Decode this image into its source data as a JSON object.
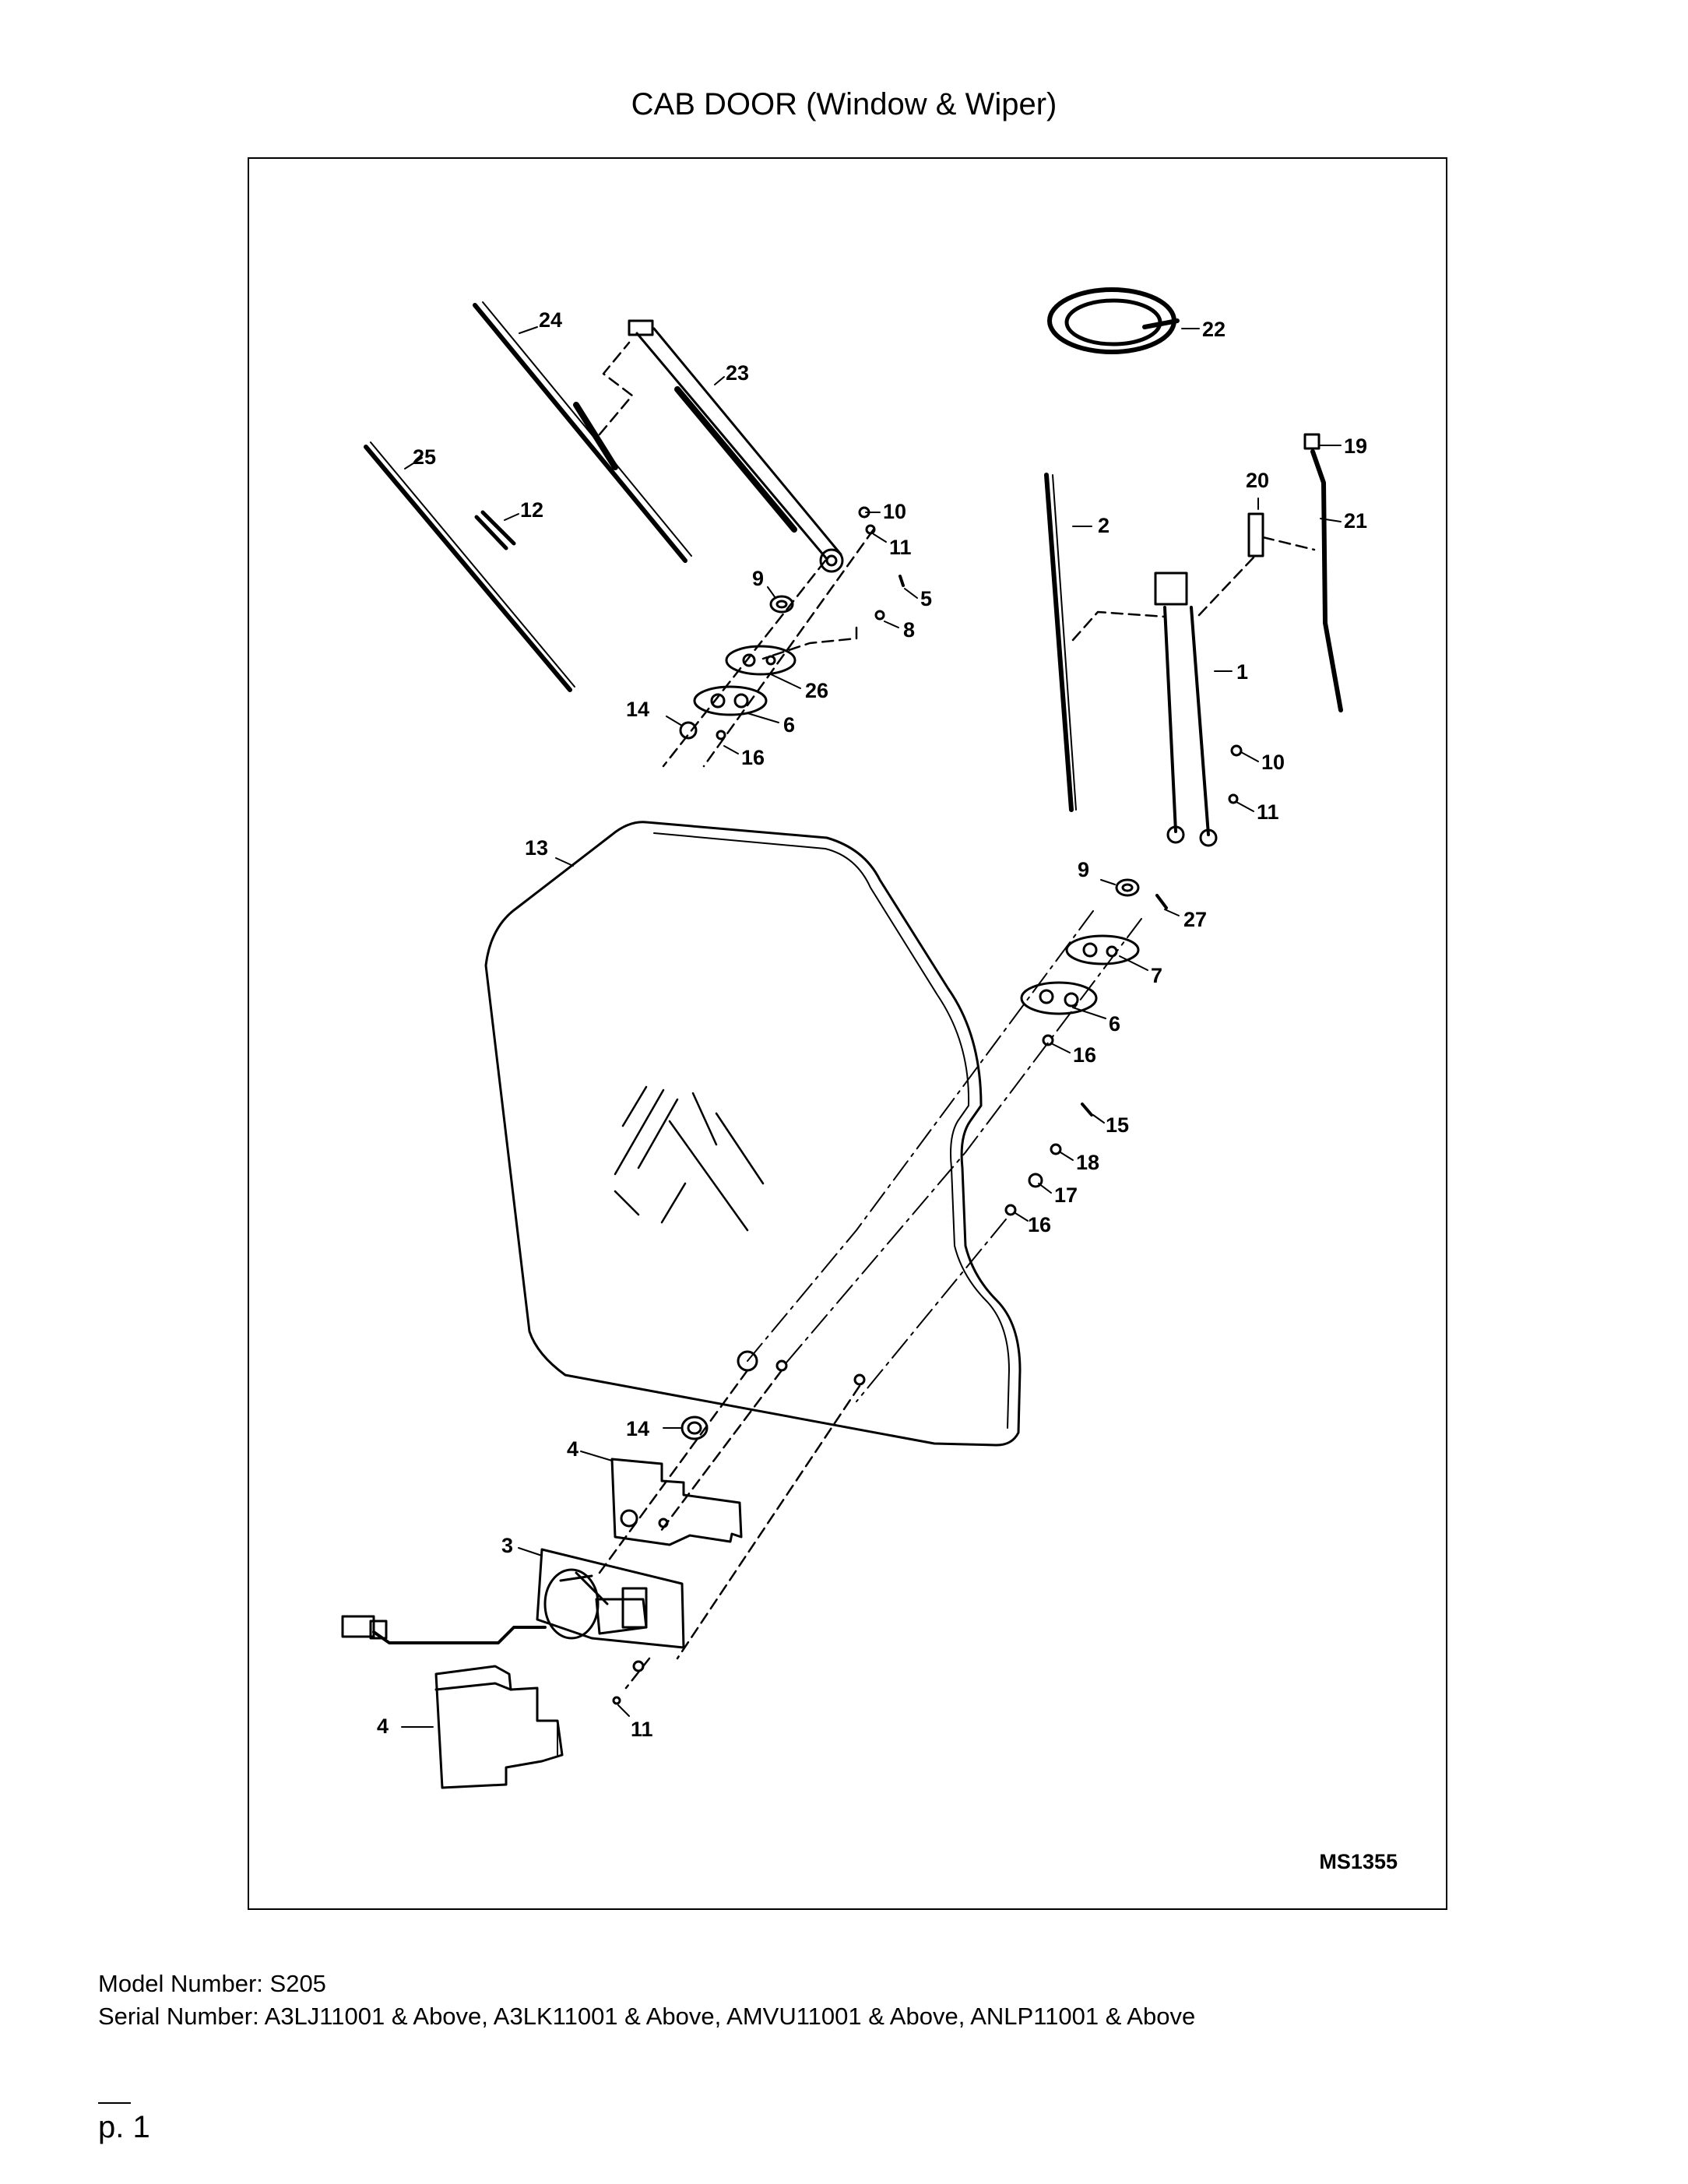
{
  "title": "CAB DOOR (Window & Wiper)",
  "figure_ref": "MS1355",
  "model_line": "Model Number: S205",
  "serial_line": "Serial Number: A3LJ11001 & Above, A3LK11001 & Above, AMVU11001 & Above, ANLP11001 & Above",
  "page_label": "p. 1",
  "callouts": {
    "c24": "24",
    "c23": "23",
    "c22": "22",
    "c25": "25",
    "c12": "12",
    "c19": "19",
    "c20": "20",
    "c21": "21",
    "c2": "2",
    "c10a": "10",
    "c11a": "11",
    "c9a": "9",
    "c5": "5",
    "c8": "8",
    "c26": "26",
    "c14a": "14",
    "c6a": "6",
    "c16a": "16",
    "c1": "1",
    "c10b": "10",
    "c11b": "11",
    "c13": "13",
    "c9b": "9",
    "c27": "27",
    "c7": "7",
    "c6b": "6",
    "c16b": "16",
    "c15": "15",
    "c18": "18",
    "c17": "17",
    "c16c": "16",
    "c14b": "14",
    "c4a": "4",
    "c3": "3",
    "c4b": "4",
    "c11c": "11"
  }
}
